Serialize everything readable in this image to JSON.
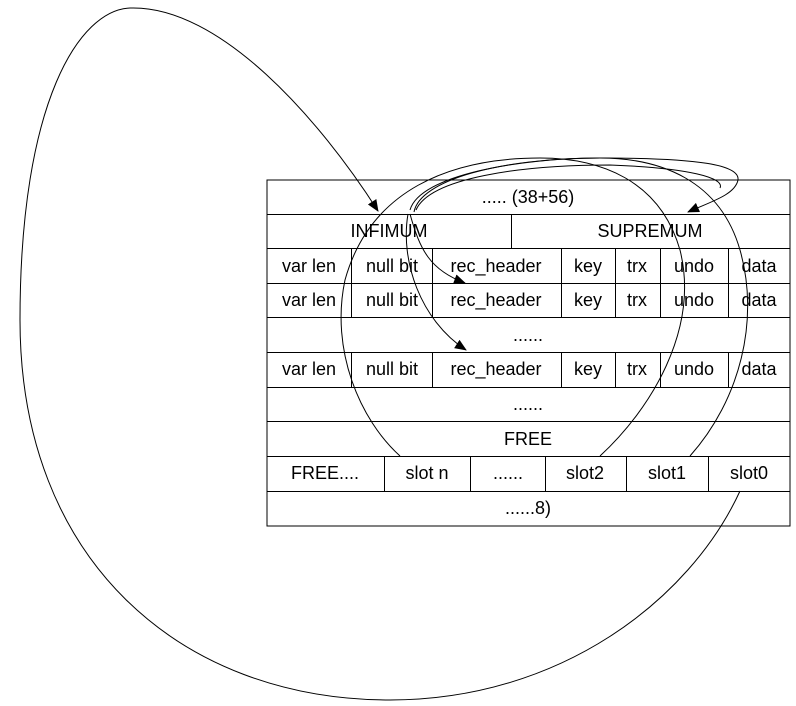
{
  "diagram": {
    "colors": {
      "line": "#000000",
      "background": "#ffffff"
    },
    "rows": [
      {
        "id": "header",
        "cells": [
          ".....  (38+56)"
        ]
      },
      {
        "id": "infimum-supremum",
        "cells": [
          "INFIMUM",
          "SUPREMUM"
        ]
      },
      {
        "id": "record-1",
        "cells": [
          "var len",
          "null bit",
          "rec_header",
          "key",
          "trx",
          "undo",
          "data"
        ]
      },
      {
        "id": "record-2",
        "cells": [
          "var len",
          "null bit",
          "rec_header",
          "key",
          "trx",
          "undo",
          "data"
        ]
      },
      {
        "id": "gap-1",
        "cells": [
          "......"
        ]
      },
      {
        "id": "record-n",
        "cells": [
          "var len",
          "null bit",
          "rec_header",
          "key",
          "trx",
          "undo",
          "data"
        ]
      },
      {
        "id": "gap-2",
        "cells": [
          "......"
        ]
      },
      {
        "id": "free",
        "cells": [
          "FREE"
        ]
      },
      {
        "id": "slots",
        "cells": [
          "FREE....",
          "slot n",
          "......",
          "slot2",
          "slot1",
          "slot0"
        ]
      },
      {
        "id": "trailer",
        "cells": [
          "......8)"
        ]
      }
    ],
    "links": [
      {
        "from": "slot0",
        "to": "INFIMUM"
      },
      {
        "from": "INFIMUM",
        "to": "rec_header"
      },
      {
        "from": "rec_header",
        "to": "rec_header"
      },
      {
        "from": "rec_header",
        "to": "SUPREMUM"
      },
      {
        "from": "slot1",
        "to": "rec_header"
      },
      {
        "from": "slot2",
        "to": "rec_header"
      }
    ]
  }
}
